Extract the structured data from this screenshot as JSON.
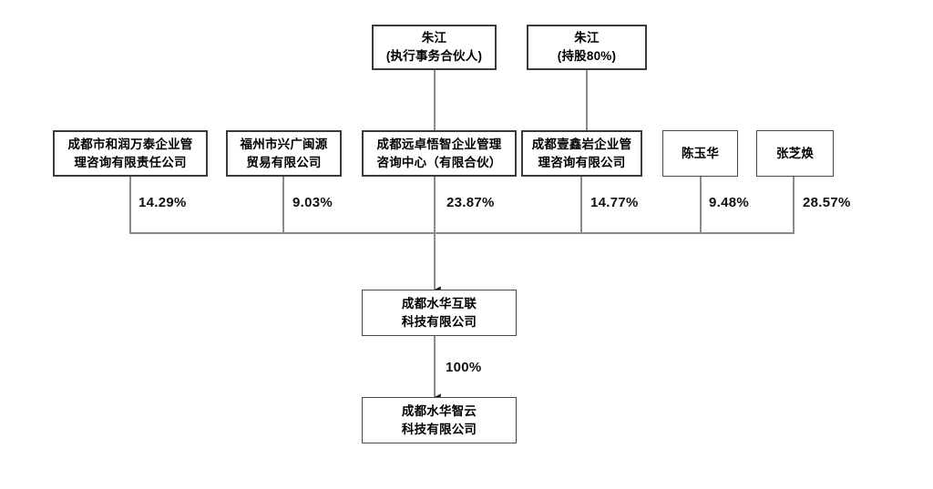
{
  "diagram": {
    "type": "org-ownership-chart",
    "title_visible": false,
    "colors": {
      "box_border": "#3a3a3a",
      "line": "#808080",
      "text": "#000000",
      "background": "#ffffff"
    },
    "top_row": [
      {
        "id": "zhujiang-gp",
        "label": "朱江\n(执行事务合伙人)",
        "connects_to": "yuanzhuowuzhi"
      },
      {
        "id": "zhujiang-80",
        "label": "朱江\n(持股80%)",
        "connects_to": "yixinyan"
      }
    ],
    "shareholders": [
      {
        "id": "herunwantai",
        "label": "成都市和润万泰企业管\n理咨询有限责任公司",
        "percent": "14.29%"
      },
      {
        "id": "xingguangminyuan",
        "label": "福州市兴广闽源\n贸易有限公司",
        "percent": "9.03%"
      },
      {
        "id": "yuanzhuowuzhi",
        "label": "成都远卓悟智企业管理\n咨询中心（有限合伙）",
        "percent": "23.87%"
      },
      {
        "id": "yixinyan",
        "label": "成都壹鑫岩企业管\n理咨询有限公司",
        "percent": "14.77%"
      },
      {
        "id": "chenyuhua",
        "label": "陈玉华",
        "percent": "9.48%"
      },
      {
        "id": "zhangzhihuan",
        "label": "张芝焕",
        "percent": "28.57%"
      }
    ],
    "target_company": {
      "id": "shuihuahulian",
      "label": "成都水华互联\n科技有限公司"
    },
    "subsidiary_edge": {
      "percent": "100%"
    },
    "subsidiary": {
      "id": "shuihuazhiyun",
      "label": "成都水华智云\n科技有限公司"
    }
  }
}
